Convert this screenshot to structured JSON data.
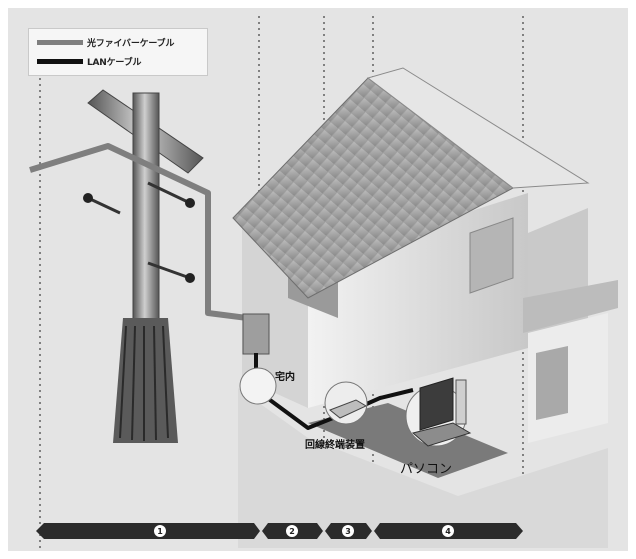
{
  "legend": {
    "fiber": {
      "label": "光ファイバーケーブル",
      "color": "#7f7f7f"
    },
    "lan": {
      "label": "LANケーブル",
      "color": "#111111"
    }
  },
  "labels": {
    "junction": "宅内",
    "onu": "回線終端装置",
    "pc": "パソコン"
  },
  "segments": [
    "1",
    "2",
    "3",
    "4"
  ]
}
